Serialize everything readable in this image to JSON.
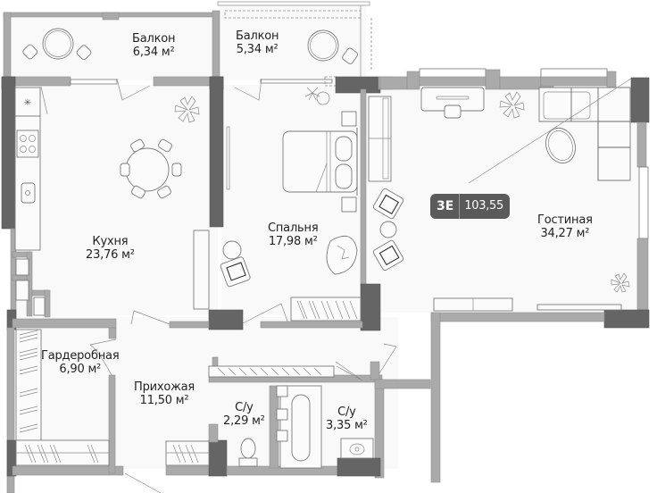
{
  "apartment": {
    "code": "3E",
    "total_area": "103,55"
  },
  "rooms": [
    {
      "id": "balcony-1",
      "name": "Балкон",
      "area": "6,34 м²"
    },
    {
      "id": "balcony-2",
      "name": "Балкон",
      "area": "5,34 м²"
    },
    {
      "id": "kitchen",
      "name": "Кухня",
      "area": "23,76 м²"
    },
    {
      "id": "bedroom",
      "name": "Спальня",
      "area": "17,98 м²"
    },
    {
      "id": "living-room",
      "name": "Гостиная",
      "area": "34,27 м²"
    },
    {
      "id": "wardrobe",
      "name": "Гардеробная",
      "area": "6,90 м²"
    },
    {
      "id": "hallway",
      "name": "Прихожая",
      "area": "11,50 м²"
    },
    {
      "id": "bathroom-1",
      "name": "С/у",
      "area": "2,29 м²"
    },
    {
      "id": "bathroom-2",
      "name": "С/у",
      "area": "3,35 м²"
    }
  ],
  "colors": {
    "wall": "#aaaaaa",
    "wall_structural": "#656565",
    "floor": "#f9f9f9",
    "badge_bg": "#5a5a5a",
    "badge_text": "#ffffff"
  }
}
